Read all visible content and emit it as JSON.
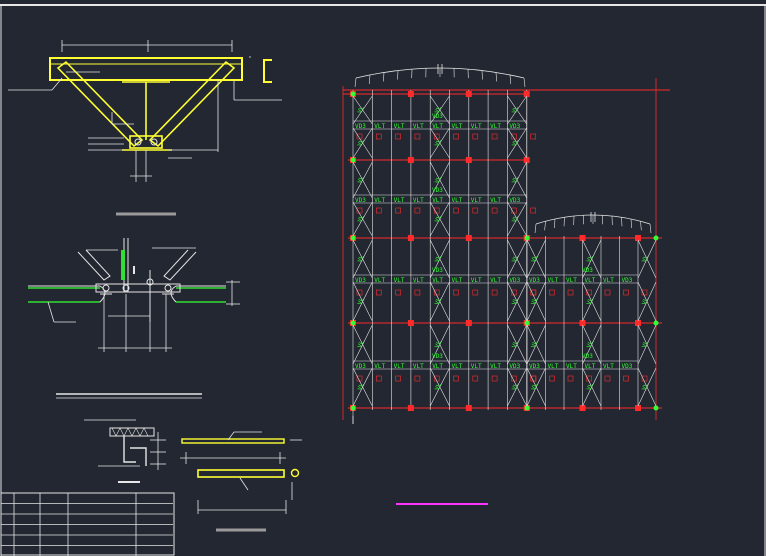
{
  "colors": {
    "background": "#222731",
    "frame": "#e6e6e6",
    "detail_line": "#e6e6e6",
    "member_yellow": "#ffff33",
    "member_green": "#33dd33",
    "grid_red": "#ff2a2a",
    "label_green": "#33ff33",
    "title_underline": "#9a9a9a",
    "magenta_rule": "#ff33ff"
  },
  "plan": {
    "panel_label": "VLT",
    "end_label": "VD3",
    "brace_label": "VL",
    "ridge_label": "VD3"
  },
  "title_block": {
    "rows": 6,
    "cols": 4
  }
}
